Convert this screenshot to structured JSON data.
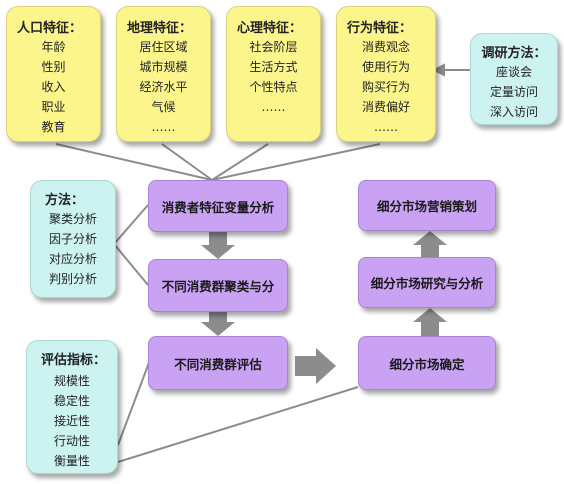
{
  "top_boxes": [
    {
      "title": "人口特征：",
      "items": [
        "年龄",
        "性别",
        "收入",
        "职业",
        "教育"
      ]
    },
    {
      "title": "地理特征：",
      "items": [
        "居住区域",
        "城市规模",
        "经济水平",
        "气候",
        "……"
      ]
    },
    {
      "title": "心理特征：",
      "items": [
        "社会阶层",
        "生活方式",
        "个性特点",
        "……"
      ]
    },
    {
      "title": "行为特征：",
      "items": [
        "消费观念",
        "使用行为",
        "购买行为",
        "消费偏好",
        "……"
      ]
    }
  ],
  "research_box": {
    "title": "调研方法：",
    "items": [
      "座谈会",
      "定量访问",
      "深入访问"
    ]
  },
  "method_box": {
    "title": "方法：",
    "items": [
      "聚类分析",
      "因子分析",
      "对应分析",
      "判别分析"
    ]
  },
  "eval_box": {
    "title": "评估指标：",
    "items": [
      "规模性",
      "稳定性",
      "接近性",
      "行动性",
      "衡量性"
    ]
  },
  "process": {
    "analysis": "消费者特征变量分析",
    "clustering": "不同消费群聚类与分",
    "evaluation": "不同消费群评估",
    "confirm": "细分市场确定",
    "research": "细分市场研究与分析",
    "strategy": "细分市场营销策划"
  },
  "colors": {
    "yellow": "#fbf58c",
    "cyan": "#ccf3ef",
    "purple": "#c9a2f3",
    "arrow": "#8c8c8c"
  }
}
